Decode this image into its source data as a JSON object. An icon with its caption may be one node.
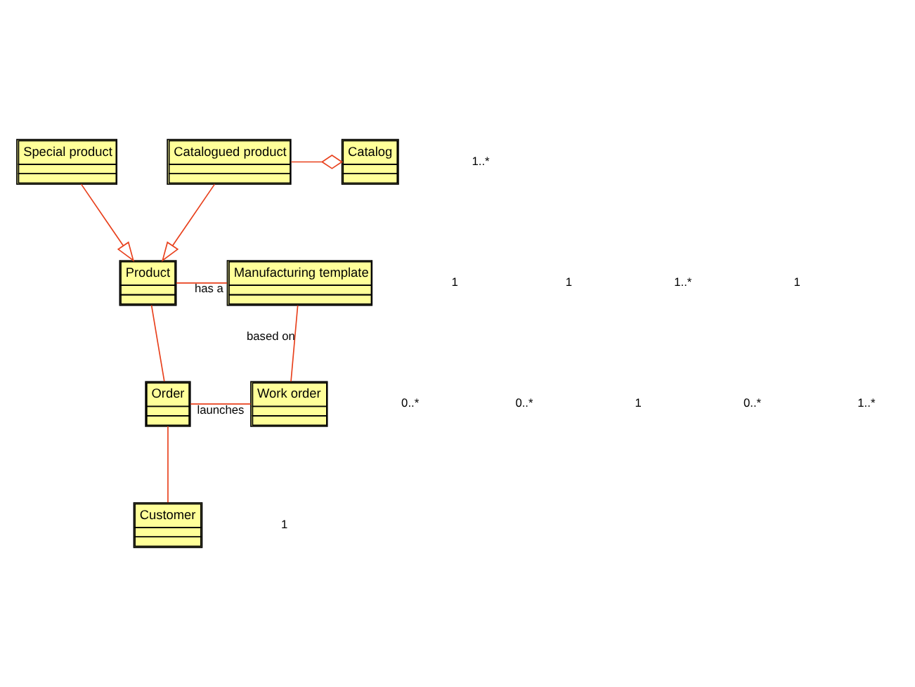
{
  "diagram": {
    "nodes": [
      {
        "text": [
          "Special product"
        ]
      },
      {
        "text": [
          "Catalogued product"
        ]
      },
      {
        "text": [
          "Catalog"
        ]
      },
      {
        "text": [
          "Product"
        ]
      },
      {
        "text": [
          "Manufacturing template"
        ]
      },
      {
        "text": [
          "Order"
        ]
      },
      {
        "text": [
          "Work order"
        ]
      },
      {
        "text": [
          "Customer"
        ]
      }
    ],
    "edges": [
      {
        "from": 0,
        "to": 3,
        "arrow": "to"
      },
      {
        "from": 1,
        "to": 3,
        "arrow": "to"
      },
      {
        "from": 1,
        "to": 2,
        "arrow": "other"
      },
      {
        "from": 3,
        "to": 4,
        "arrow": "none",
        "label": "has a"
      },
      {
        "from": 3,
        "to": 5,
        "arrow": "none"
      },
      {
        "from": 4,
        "to": 6,
        "arrow": "none",
        "label": "based on"
      },
      {
        "from": 5,
        "to": 6,
        "arrow": "none",
        "label": "launches"
      },
      {
        "from": 5,
        "to": 7,
        "arrow": "none"
      }
    ],
    "labels": [
      "1..*",
      "1",
      "1",
      "1..*",
      "1",
      "0..*",
      "0..*",
      "1",
      "0..*",
      "1..*",
      "1"
    ]
  }
}
